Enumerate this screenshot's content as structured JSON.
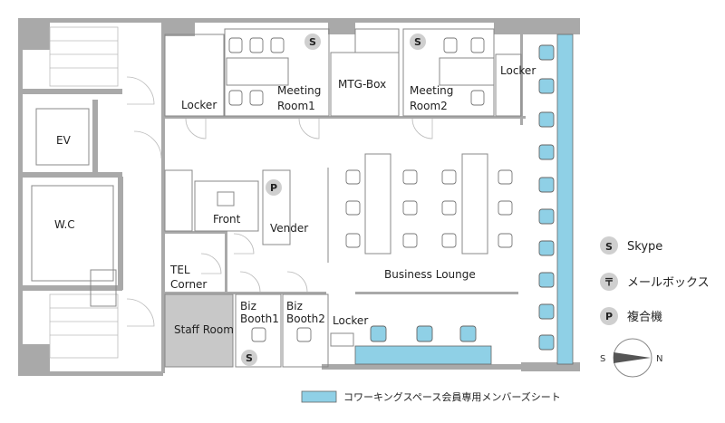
{
  "rooms": {
    "locker_left": "Locker",
    "meeting_room1": [
      "Meeting",
      "Room1"
    ],
    "mtg_box": "MTG-Box",
    "meeting_room2": [
      "Meeting",
      "Room2"
    ],
    "locker_right": "Locker",
    "ev": "EV",
    "wc": "W.C",
    "front": "Front",
    "vender": "Vender",
    "tel_corner": [
      "TEL",
      "Corner"
    ],
    "business_lounge": "Business Lounge",
    "staff_room": "Staff Room",
    "biz_booth1": [
      "Biz",
      "Booth1"
    ],
    "biz_booth2": [
      "Biz",
      "Booth2"
    ],
    "locker_bottom": "Locker"
  },
  "icons": {
    "skype": "S",
    "printer": "P",
    "mailbox": "〒"
  },
  "legend": {
    "skype": "Skype",
    "mailbox": "メールボックス",
    "printer": "複合機",
    "compass_s": "S",
    "compass_n": "N",
    "members_seat": "コワーキングスペース会員専用メンバーズシート"
  },
  "colors": {
    "members_seat": "#8fd0e6",
    "wall": "#a9a9a9",
    "staff_room": "#c8c8c8"
  }
}
